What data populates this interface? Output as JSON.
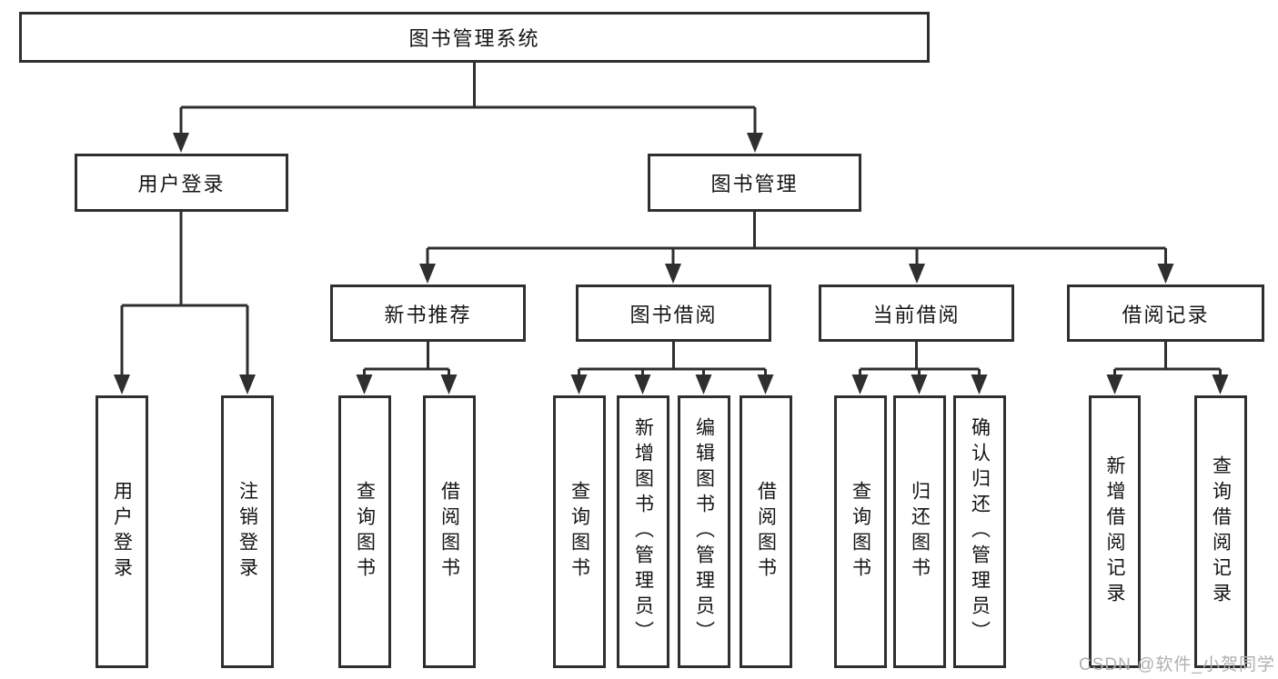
{
  "diagram": {
    "root": "图书管理系统",
    "branches": [
      {
        "label": "用户登录",
        "leaves": [
          "用户登录",
          "注销登录"
        ]
      },
      {
        "label": "图书管理",
        "groups": [
          {
            "label": "新书推荐",
            "leaves": [
              "查询图书",
              "借阅图书"
            ]
          },
          {
            "label": "图书借阅",
            "leaves": [
              "查询图书",
              "新增图书（管理员）",
              "编辑图书（管理员）",
              "借阅图书"
            ]
          },
          {
            "label": "当前借阅",
            "leaves": [
              "查询图书",
              "归还图书",
              "确认归还（管理员）"
            ]
          },
          {
            "label": "借阅记录",
            "leaves": [
              "新增借阅记录",
              "查询借阅记录"
            ]
          }
        ]
      }
    ],
    "watermark": "CSDN @软件_小贺同学",
    "colors": {
      "line": "#2f2f2f",
      "text": "#141414",
      "background": "#ffffff",
      "watermark": "#b0b0b0"
    }
  }
}
